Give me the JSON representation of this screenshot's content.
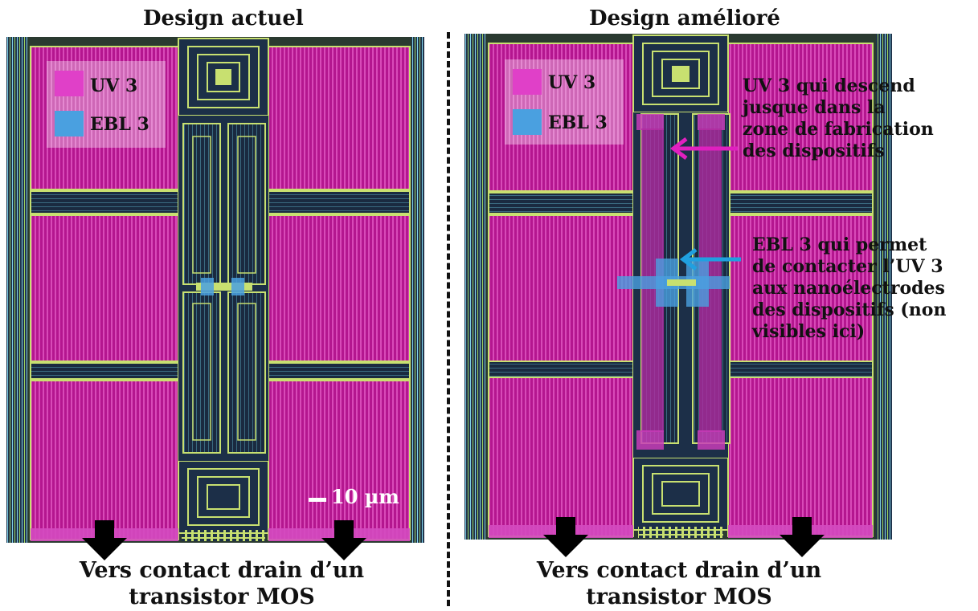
{
  "left_panel": {
    "title": "Design actuel",
    "legend": [
      {
        "label": "UV 3",
        "color": "#e040c8"
      },
      {
        "label": "EBL 3",
        "color": "#4aa0e0"
      }
    ],
    "scale_bar": "10 µm",
    "caption_line1": "Vers contact drain d’un",
    "caption_line2": "transistor MOS"
  },
  "right_panel": {
    "title": "Design amélioré",
    "legend": [
      {
        "label": "UV 3",
        "color": "#e040c8"
      },
      {
        "label": "EBL 3",
        "color": "#4aa0e0"
      }
    ],
    "note_uv": [
      "UV 3 qui descend",
      "jusque dans la",
      "zone de fabrication",
      "des dispositifs"
    ],
    "note_ebl": [
      "EBL 3 qui permet",
      "de contacter l’UV 3",
      "aux nanoélectrodes",
      "des dispositifs (non",
      "visibles ici)"
    ],
    "caption_line1": "Vers contact drain d’un",
    "caption_line2": "transistor MOS"
  },
  "colors": {
    "uv3": "#c0189e",
    "ebl3": "#4aa0e0",
    "metal_dark": "#1c2f48",
    "metal_line": "#a8d860",
    "arrow_uv": "#e020c0",
    "arrow_ebl": "#20a0e0"
  }
}
